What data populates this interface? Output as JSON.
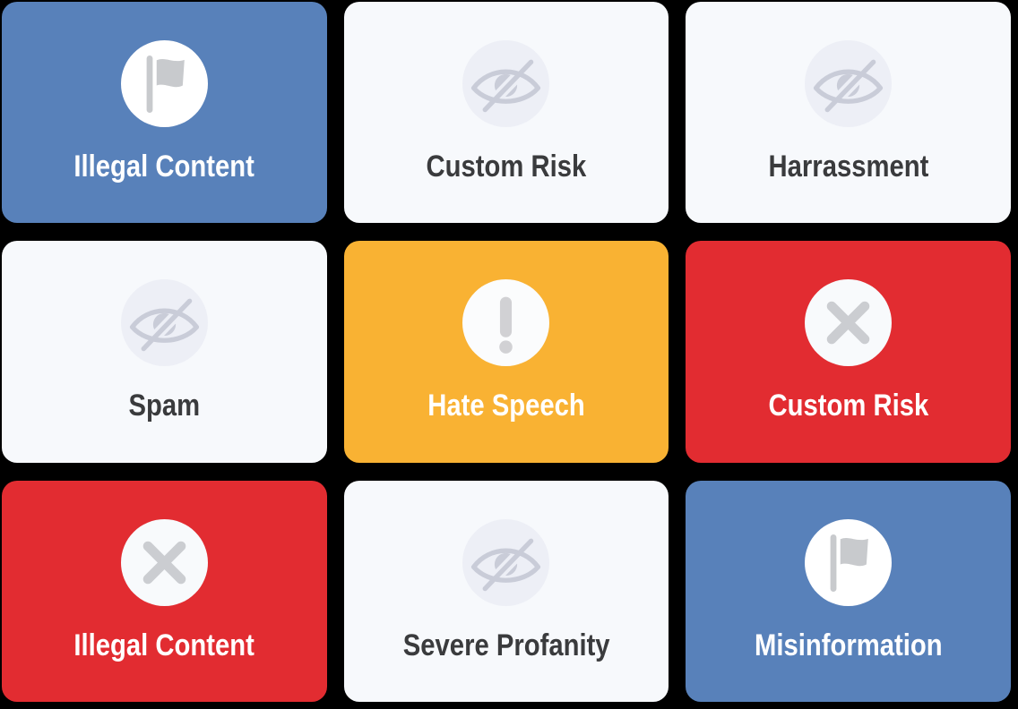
{
  "theme": {
    "background": "#000000",
    "accent_blue": "#5881ba",
    "accent_red": "#e22c31",
    "accent_orange": "#f9b233",
    "accent_light": "#f7f9fc"
  },
  "palette": {
    "blue": {
      "card": "#5881ba",
      "circle": "#ffffff",
      "icon": "#c8cacd",
      "text": "#ffffff"
    },
    "light": {
      "card": "#f7f9fc",
      "circle": "#edeff6",
      "icon": "#c9ccd8",
      "text": "#3a3b3d"
    },
    "orange": {
      "card": "#f9b233",
      "circle": "#fbfcfd",
      "icon": "#d1d1d4",
      "text": "#ffffff"
    },
    "red": {
      "card": "#e22c31",
      "circle": "#f8fafc",
      "icon": "#cbcdd1",
      "text": "#ffffff"
    }
  },
  "cards": [
    {
      "label": "Illegal Content",
      "variant": "blue",
      "icon": "flag-icon"
    },
    {
      "label": "Custom Risk",
      "variant": "light",
      "icon": "eye-off-icon"
    },
    {
      "label": "Harrassment",
      "variant": "light",
      "icon": "eye-off-icon"
    },
    {
      "label": "Spam",
      "variant": "light",
      "icon": "eye-off-icon"
    },
    {
      "label": "Hate Speech",
      "variant": "orange",
      "icon": "alert-icon"
    },
    {
      "label": "Custom Risk",
      "variant": "red",
      "icon": "x-icon"
    },
    {
      "label": "Illegal Content",
      "variant": "red",
      "icon": "x-icon"
    },
    {
      "label": "Severe Profanity",
      "variant": "light",
      "icon": "eye-off-icon"
    },
    {
      "label": "Misinformation",
      "variant": "blue",
      "icon": "flag-icon"
    }
  ]
}
